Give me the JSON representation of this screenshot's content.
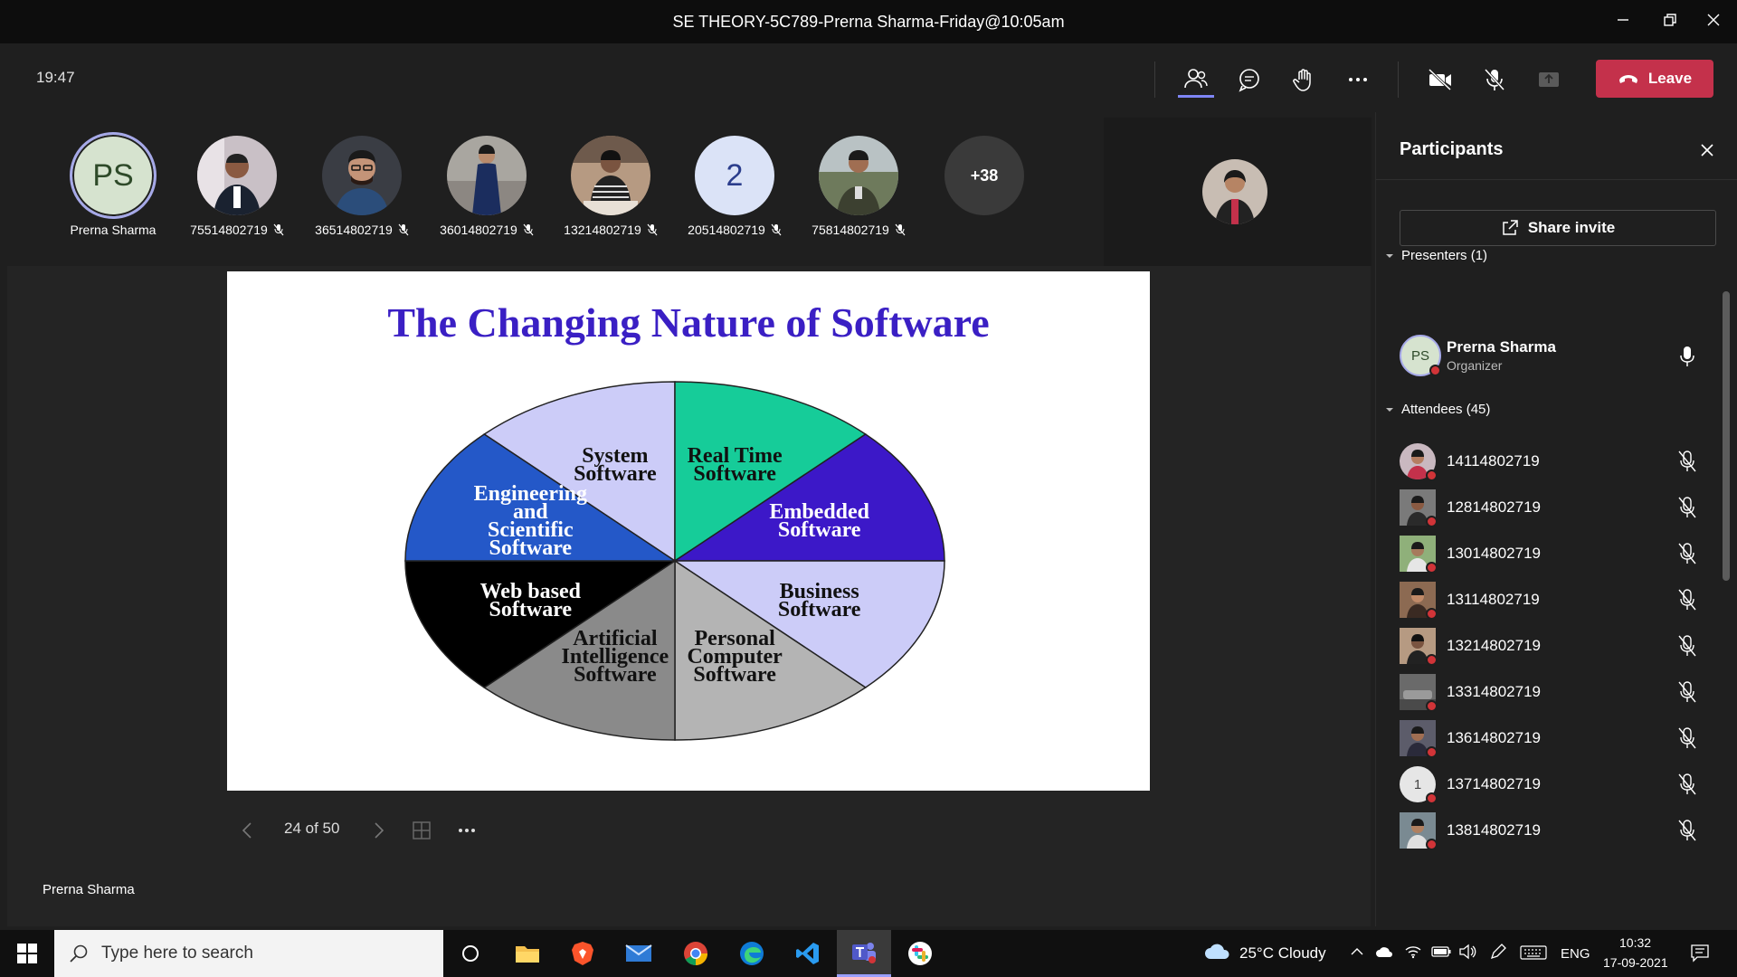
{
  "window": {
    "title": "SE THEORY-5C789-Prerna Sharma-Friday@10:05am"
  },
  "toolbar": {
    "timer": "19:47",
    "leave_label": "Leave"
  },
  "strip": {
    "organizer": {
      "initials": "PS",
      "name": "Prerna Sharma"
    },
    "tiles": [
      {
        "name": "75514802719"
      },
      {
        "name": "36514802719"
      },
      {
        "name": "36014802719"
      },
      {
        "name": "13214802719"
      },
      {
        "name": "20514802719",
        "initial": "2"
      },
      {
        "name": "75814802719"
      }
    ],
    "overflow": "+38"
  },
  "slide": {
    "title": "The Changing Nature of Software",
    "page_indicator": "24 of 50"
  },
  "chart_data": {
    "type": "pie",
    "title": "The Changing Nature of Software",
    "categories": [
      "System Software",
      "Real Time Software",
      "Embedded Software",
      "Business Software",
      "Personal Computer Software",
      "Artificial Intelligence Software",
      "Web based Software",
      "Engineering and Scientific Software"
    ],
    "values": [
      12.5,
      12.5,
      12.5,
      12.5,
      12.5,
      12.5,
      12.5,
      12.5
    ],
    "colors": [
      "#ccccf8",
      "#16cc99",
      "#3c18c8",
      "#ccccf8",
      "#b4b4b4",
      "#8a8a8a",
      "#000000",
      "#2458c8"
    ]
  },
  "presenter_label": "Prerna Sharma",
  "panel": {
    "title": "Participants",
    "share_invite": "Share invite",
    "presenters_header": "Presenters (1)",
    "presenter": {
      "initials": "PS",
      "name": "Prerna Sharma",
      "role": "Organizer"
    },
    "attendees_header": "Attendees (45)",
    "attendees": [
      {
        "name": "14114802719"
      },
      {
        "name": "12814802719"
      },
      {
        "name": "13014802719"
      },
      {
        "name": "13114802719"
      },
      {
        "name": "13214802719"
      },
      {
        "name": "13314802719"
      },
      {
        "name": "13614802719"
      },
      {
        "name": "13714802719",
        "initial": "1"
      },
      {
        "name": "13814802719"
      }
    ]
  },
  "taskbar": {
    "search_placeholder": "Type here to search",
    "weather": "25°C  Cloudy",
    "lang": "ENG",
    "time": "10:32",
    "date": "17-09-2021"
  }
}
